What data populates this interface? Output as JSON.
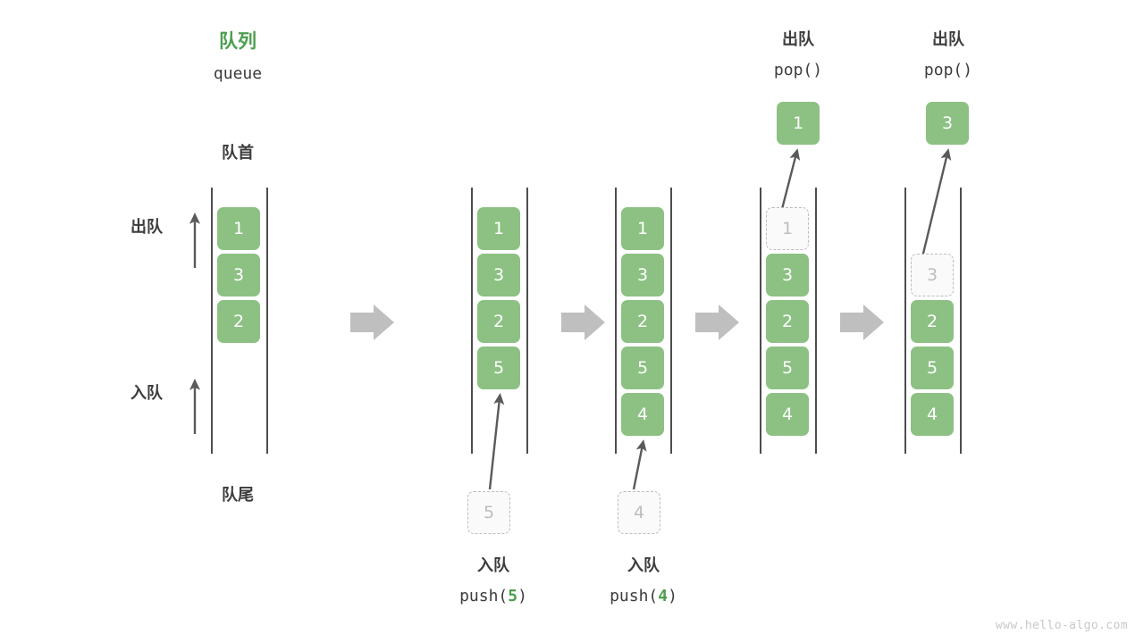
{
  "diagram": {
    "title_cn": "队列",
    "title_en": "queue",
    "head_label": "队首",
    "tail_label": "队尾",
    "dequeue_side_label": "出队",
    "enqueue_side_label": "入队",
    "watermark": "www.hello-algo.com",
    "colors": {
      "cell_fill": "#8cc183",
      "cell_text": "#ffffff",
      "ghost_fill": "#fafafa",
      "ghost_border": "#bdbdbd",
      "ghost_text": "#bdbdbd",
      "accent_green": "#4a9e4e",
      "rail": "#4d4d4d",
      "arrow_gray": "#bfbfbf",
      "thin_arrow": "#5a5a5a",
      "text": "#3c3c3c",
      "watermark": "#c8c8c8",
      "background": "#ffffff"
    }
  },
  "steps": [
    {
      "id": "state-initial",
      "cells": [
        "1",
        "3",
        "2"
      ],
      "ghost_index": -1,
      "op_cn": "",
      "op_code": "",
      "incoming_value": "",
      "popped_value": ""
    },
    {
      "id": "state-after-push-5",
      "cells": [
        "1",
        "3",
        "2",
        "5"
      ],
      "ghost_index": -1,
      "op_cn": "入队",
      "op_code": "push(5)",
      "op_code_prefix": "push(",
      "op_code_arg": "5",
      "op_code_suffix": ")",
      "incoming_value": "5",
      "popped_value": ""
    },
    {
      "id": "state-after-push-4",
      "cells": [
        "1",
        "3",
        "2",
        "5",
        "4"
      ],
      "ghost_index": -1,
      "op_cn": "入队",
      "op_code": "push(4)",
      "op_code_prefix": "push(",
      "op_code_arg": "4",
      "op_code_suffix": ")",
      "incoming_value": "4",
      "popped_value": ""
    },
    {
      "id": "state-after-pop-1",
      "cells": [
        "1",
        "3",
        "2",
        "5",
        "4"
      ],
      "ghost_index": 0,
      "op_cn": "出队",
      "op_code": "pop()",
      "incoming_value": "",
      "popped_value": "1"
    },
    {
      "id": "state-after-pop-3",
      "cells": [
        "",
        "3",
        "2",
        "5",
        "4"
      ],
      "ghost_index": 1,
      "op_cn": "出队",
      "op_code": "pop()",
      "incoming_value": "",
      "popped_value": "3"
    }
  ],
  "flow_arrows": [
    "arrow-1",
    "arrow-2",
    "arrow-3",
    "arrow-4"
  ]
}
